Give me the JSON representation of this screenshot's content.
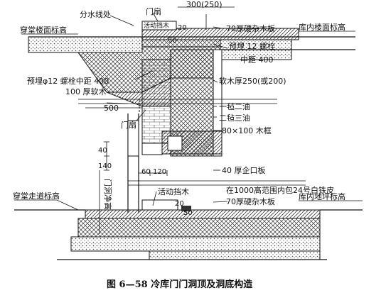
{
  "labels": {
    "door_leaf_top": "门扇",
    "dim_top": "300(250)",
    "water_divide": "分水线处",
    "active_stop_top": "活动挡木",
    "corridor_floor": "穿堂楼面标高",
    "hard_board_top": "70厚硬杂木板",
    "inner_floor": "库内楼面标高",
    "embed_right": "预埋  12 螺栓",
    "embed_right_2": "中距 400",
    "dim_20": "20",
    "dim_50": "50",
    "embed_left": "预埋φ12 螺栓中距 400",
    "softwood_100": "100 厚软木",
    "softwood_thick": "软木厚250(或200)",
    "dim_500": "500",
    "felt_2": "一毡二油",
    "felt_3": "二毡三油",
    "frame": "80×100 木框",
    "door_leaf_mid": "门扇",
    "dim_40": "40",
    "dim_140": "140",
    "dim_60": "60",
    "dim_120": "120",
    "board_40": "40 厚企口板",
    "door_clear_height": "门洞净高",
    "steel_sheet": "在1000高范围内包24号白铁皮",
    "active_stop_bottom": "活动挡木",
    "corridor_walk": "穿堂走道标高",
    "dim_20b": "20",
    "dim_50b": "50",
    "hard_board_bottom": "70厚硬杂木板",
    "inner_ground": "库内地坪标高"
  },
  "caption": "图 6—58   冷库门门洞顶及洞底构造",
  "colors": {
    "ink": "#111111",
    "hatch": "#333333",
    "fill": "#e9e9e9"
  }
}
